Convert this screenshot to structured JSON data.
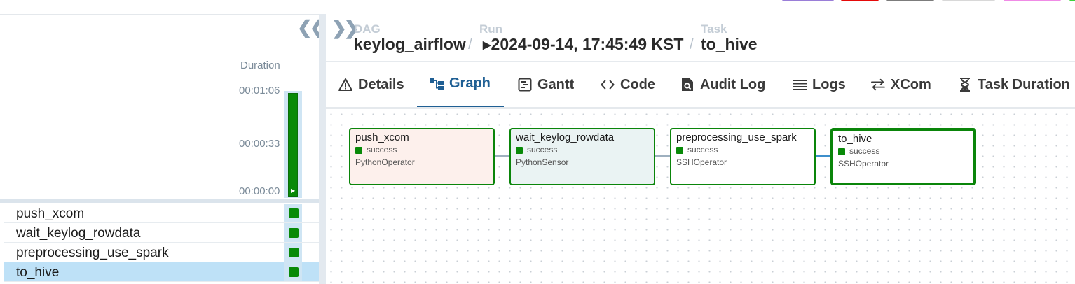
{
  "colors": {
    "success": "#088a08",
    "accent": "#1f5f94",
    "push_xcom_node": "#fdf0ec",
    "sensor_node": "#eaf3f3",
    "chips": [
      "#9a7ed8",
      "#e50a0a",
      "#7c7c7c",
      "#d8d8d8",
      "#f08be6",
      "#3ad23a"
    ]
  },
  "grid": {
    "collapse_icon": "chevrons-left-icon",
    "duration_label": "Duration",
    "ticks": [
      "00:01:06",
      "00:00:33",
      "00:00:00"
    ],
    "tasks": [
      {
        "name": "push_xcom",
        "state": "success"
      },
      {
        "name": "wait_keylog_rowdata",
        "state": "success"
      },
      {
        "name": "preprocessing_use_spark",
        "state": "success"
      },
      {
        "name": "to_hive",
        "state": "success"
      }
    ]
  },
  "breadcrumb": {
    "expand_icon": "chevrons-right-icon",
    "dag_label": "DAG",
    "dag": "keylog_airflow",
    "run_label": "Run",
    "run": "2024-09-14, 17:45:49 KST",
    "task_label": "Task",
    "task": "to_hive",
    "separator": "/"
  },
  "tabs": [
    {
      "label": "Details",
      "icon": "warning-triangle-icon"
    },
    {
      "label": "Graph",
      "icon": "graph-icon"
    },
    {
      "label": "Gantt",
      "icon": "gantt-icon"
    },
    {
      "label": "Code",
      "icon": "code-icon"
    },
    {
      "label": "Audit Log",
      "icon": "audit-log-icon"
    },
    {
      "label": "Logs",
      "icon": "logs-icon"
    },
    {
      "label": "XCom",
      "icon": "xcom-icon"
    },
    {
      "label": "Task Duration",
      "icon": "hourglass-icon"
    }
  ],
  "graph": {
    "nodes": [
      {
        "title": "push_xcom",
        "state": "success",
        "operator": "PythonOperator"
      },
      {
        "title": "wait_keylog_rowdata",
        "state": "success",
        "operator": "PythonSensor"
      },
      {
        "title": "preprocessing_use_spark",
        "state": "success",
        "operator": "SSHOperator"
      },
      {
        "title": "to_hive",
        "state": "success",
        "operator": "SSHOperator"
      }
    ]
  }
}
